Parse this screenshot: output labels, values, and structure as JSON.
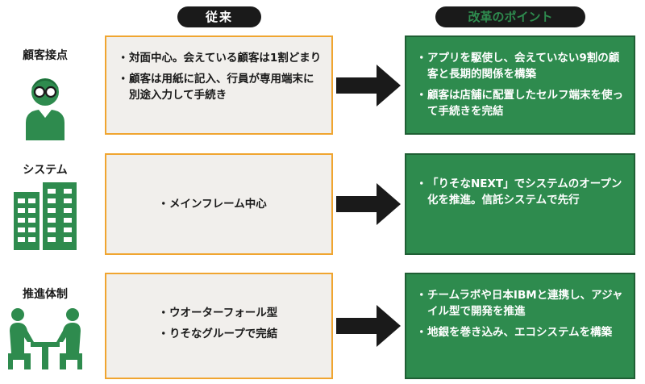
{
  "headers": {
    "old": "従来",
    "new": "改革のポイント"
  },
  "rows": [
    {
      "category": "顧客接点",
      "icon": "person-with-glasses-icon",
      "old": [
        "対面中心。会えている顧客は1割どまり",
        "顧客は用紙に記入、行員が専用端末に別途入力して手続き"
      ],
      "new": [
        "アプリを駆使し、会えていない9割の顧客と長期的関係を構築",
        "顧客は店舗に配置したセルフ端末を使って手続きを完結"
      ]
    },
    {
      "category": "システム",
      "icon": "buildings-icon",
      "old": [
        "メインフレーム中心"
      ],
      "new": [
        "「りそなNEXT」でシステムのオープン化を推進。信託システムで先行"
      ]
    },
    {
      "category": "推進体制",
      "icon": "meeting-table-icon",
      "old": [
        "ウオーターフォール型",
        "りそなグループで完結"
      ],
      "new": [
        "チームラボや日本IBMと連携し、アジャイル型で開発を推進",
        "地銀を巻き込み、エコシステムを構築"
      ]
    }
  ],
  "colors": {
    "green": "#2e8b4e",
    "orange_border": "#f0a530",
    "dark": "#1a1a1a"
  }
}
